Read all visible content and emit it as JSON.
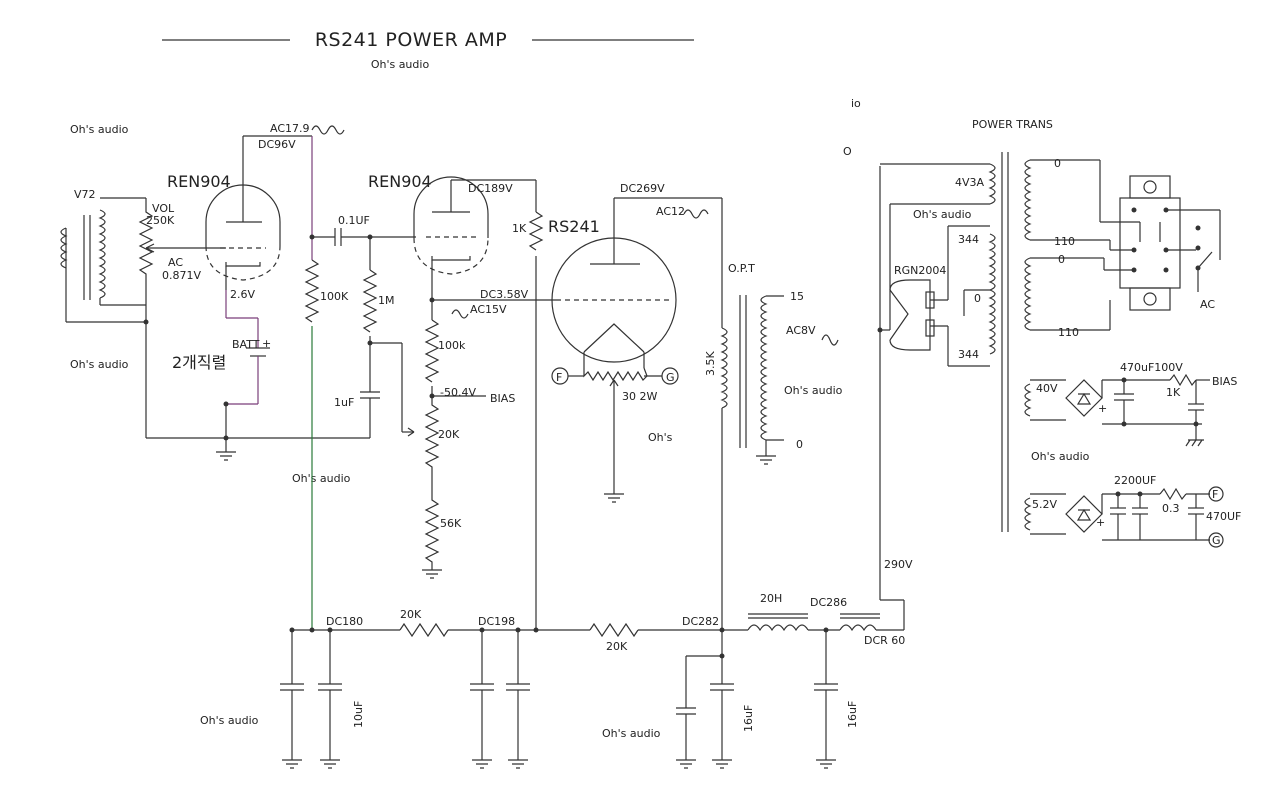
{
  "title": "RS241 POWER AMP",
  "watermark": "Oh's audio",
  "watermarks": [
    "Oh's audio",
    "Oh's audio",
    "Oh's audio",
    "Oh's audio",
    "Oh's audio",
    "Oh's audio",
    "Oh's audio",
    "Oh's audio",
    "Oh's",
    "io",
    "O"
  ],
  "input_stage": {
    "transformer": "V72",
    "volume": "VOL",
    "volume_value": "250K",
    "ac_label": "AC",
    "ac_value": "0.871V",
    "tube": "REN904",
    "cathode_voltage": "2.6V",
    "battery": "BATT",
    "battery_note": "2개직렬",
    "plus": "+",
    "plate_ac": "AC17.9",
    "plate_dc": "DC96V",
    "plate_load": "100K"
  },
  "driver_stage": {
    "coupling_cap": "0.1UF",
    "grid_resistor": "1M",
    "cap": "1uF",
    "tube": "REN904",
    "plate_dc": "DC189V",
    "plate_load": "1K"
  },
  "bias_network": {
    "dc": "DC3.58V",
    "ac": "AC15V",
    "r1": "100k",
    "bias_voltage": "-50.4V",
    "bias_label": "BIAS",
    "r2": "20K",
    "r3": "56K"
  },
  "output_stage": {
    "tube": "RS241",
    "plate_dc": "DC269V",
    "plate_ac": "AC12",
    "filament_f": "F",
    "filament_g": "G",
    "hum_pot": "30 2W",
    "opt_label": "O.P.T",
    "primary": "3.5K",
    "tap_high": "15",
    "tap_zero": "0",
    "out_ac": "AC8V"
  },
  "power_supply": {
    "node1": "DC180",
    "node2": "DC198",
    "node3": "DC282",
    "node4": "DC286",
    "r1": "20K",
    "r2": "20K",
    "choke": "20H",
    "choke2_dcr": "DCR 60",
    "cap1": "10uF",
    "cap2": "16uF",
    "cap3": "16uF",
    "hv": "290V"
  },
  "power_trans": {
    "title": "POWER TRANS",
    "rectifier": "RGN2004",
    "heater_tap": "4V3A",
    "sec_top": "344",
    "sec_mid": "0",
    "sec_bot": "344",
    "pri_0a": "0",
    "pri_110a": "110",
    "pri_0b": "0",
    "pri_110b": "110",
    "ac": "AC"
  },
  "bias_supply": {
    "voltage": "40V",
    "cap": "470uF100V",
    "resistor": "1K",
    "label": "BIAS",
    "plus": "+"
  },
  "filament_supply": {
    "voltage": "5.2V",
    "cap1": "2200UF",
    "resistor": "0.3",
    "cap2": "470UF",
    "f": "F",
    "g": "G",
    "plus": "+"
  }
}
